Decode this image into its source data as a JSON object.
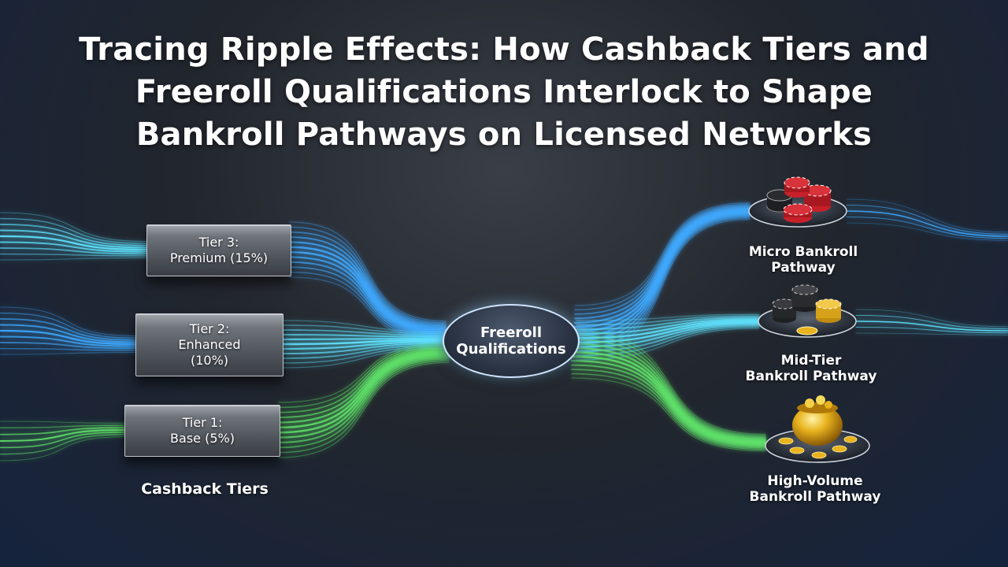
{
  "title": {
    "line1": "Tracing Ripple Effects: How Cashback Tiers and",
    "line2": "Freeroll Qualifications Interlock to Shape",
    "line3": "Bankroll Pathways on Licensed Networks"
  },
  "tiers": [
    {
      "line1": "Tier 3:",
      "line2": "Premium (15%)",
      "line3": ""
    },
    {
      "line1": "Tier 2:",
      "line2": "Enhanced",
      "line3": "(10%)"
    },
    {
      "line1": "Tier 1:",
      "line2": "Base (5%)",
      "line3": ""
    }
  ],
  "cashback_label": "Cashback Tiers",
  "hub": {
    "line1": "Freeroll",
    "line2": "Qualifications"
  },
  "pathways": [
    {
      "line1": "Micro Bankroll",
      "line2": "Pathway",
      "icon": "poker-chips-icon"
    },
    {
      "line1": "Mid-Tier",
      "line2": "Bankroll Pathway",
      "icon": "chip-stacks-icon"
    },
    {
      "line1": "High-Volume",
      "line2": "Bankroll Pathway",
      "icon": "gold-pot-icon"
    }
  ],
  "colors": {
    "flow_blue": "#3fa9ff",
    "flow_cyan": "#5fe3ff",
    "flow_green": "#5fe36a",
    "chip_red": "#c8202a",
    "chip_black": "#1e1f22",
    "gold": "#e8b31e"
  }
}
